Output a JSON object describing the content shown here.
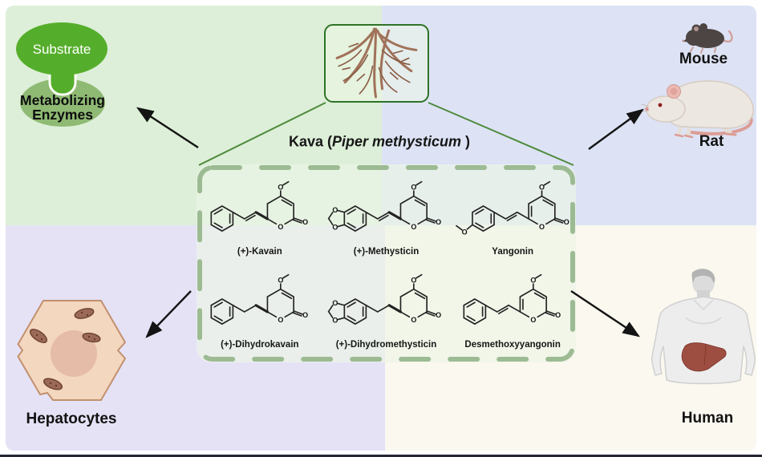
{
  "figure": {
    "kava_label": {
      "prefix": "Kava (",
      "species": "Piper methysticum",
      "suffix": " )"
    },
    "enzyme_group": {
      "substrate": "Substrate",
      "enzymes_line1": "Metabolizing",
      "enzymes_line2": "Enzymes"
    },
    "models": {
      "mouse": "Mouse",
      "rat": "Rat",
      "human": "Human",
      "hepatocytes": "Hepatocytes"
    },
    "compounds": [
      {
        "name": "(+)-Kavain"
      },
      {
        "name": "(+)-Methysticin"
      },
      {
        "name": "Yangonin"
      },
      {
        "name": "(+)-Dihydrokavain"
      },
      {
        "name": "(+)-Dihydromethysticin"
      },
      {
        "name": "Desmethoxyyangonin"
      }
    ],
    "colors": {
      "quadrant_top_left": "#ddefd8",
      "quadrant_top_right": "#dde3f5",
      "quadrant_bottom_left": "#e5e2f6",
      "quadrant_bottom_right": "#faf8ef",
      "panel_dash": "#9dbb93",
      "root_box_border": "#2f7327",
      "substrate_green": "#55ae2b",
      "enzyme_green": "#8fba74",
      "root_brown": "#a1725a",
      "liver": "#9e4e41",
      "arrow": "#141414"
    }
  }
}
